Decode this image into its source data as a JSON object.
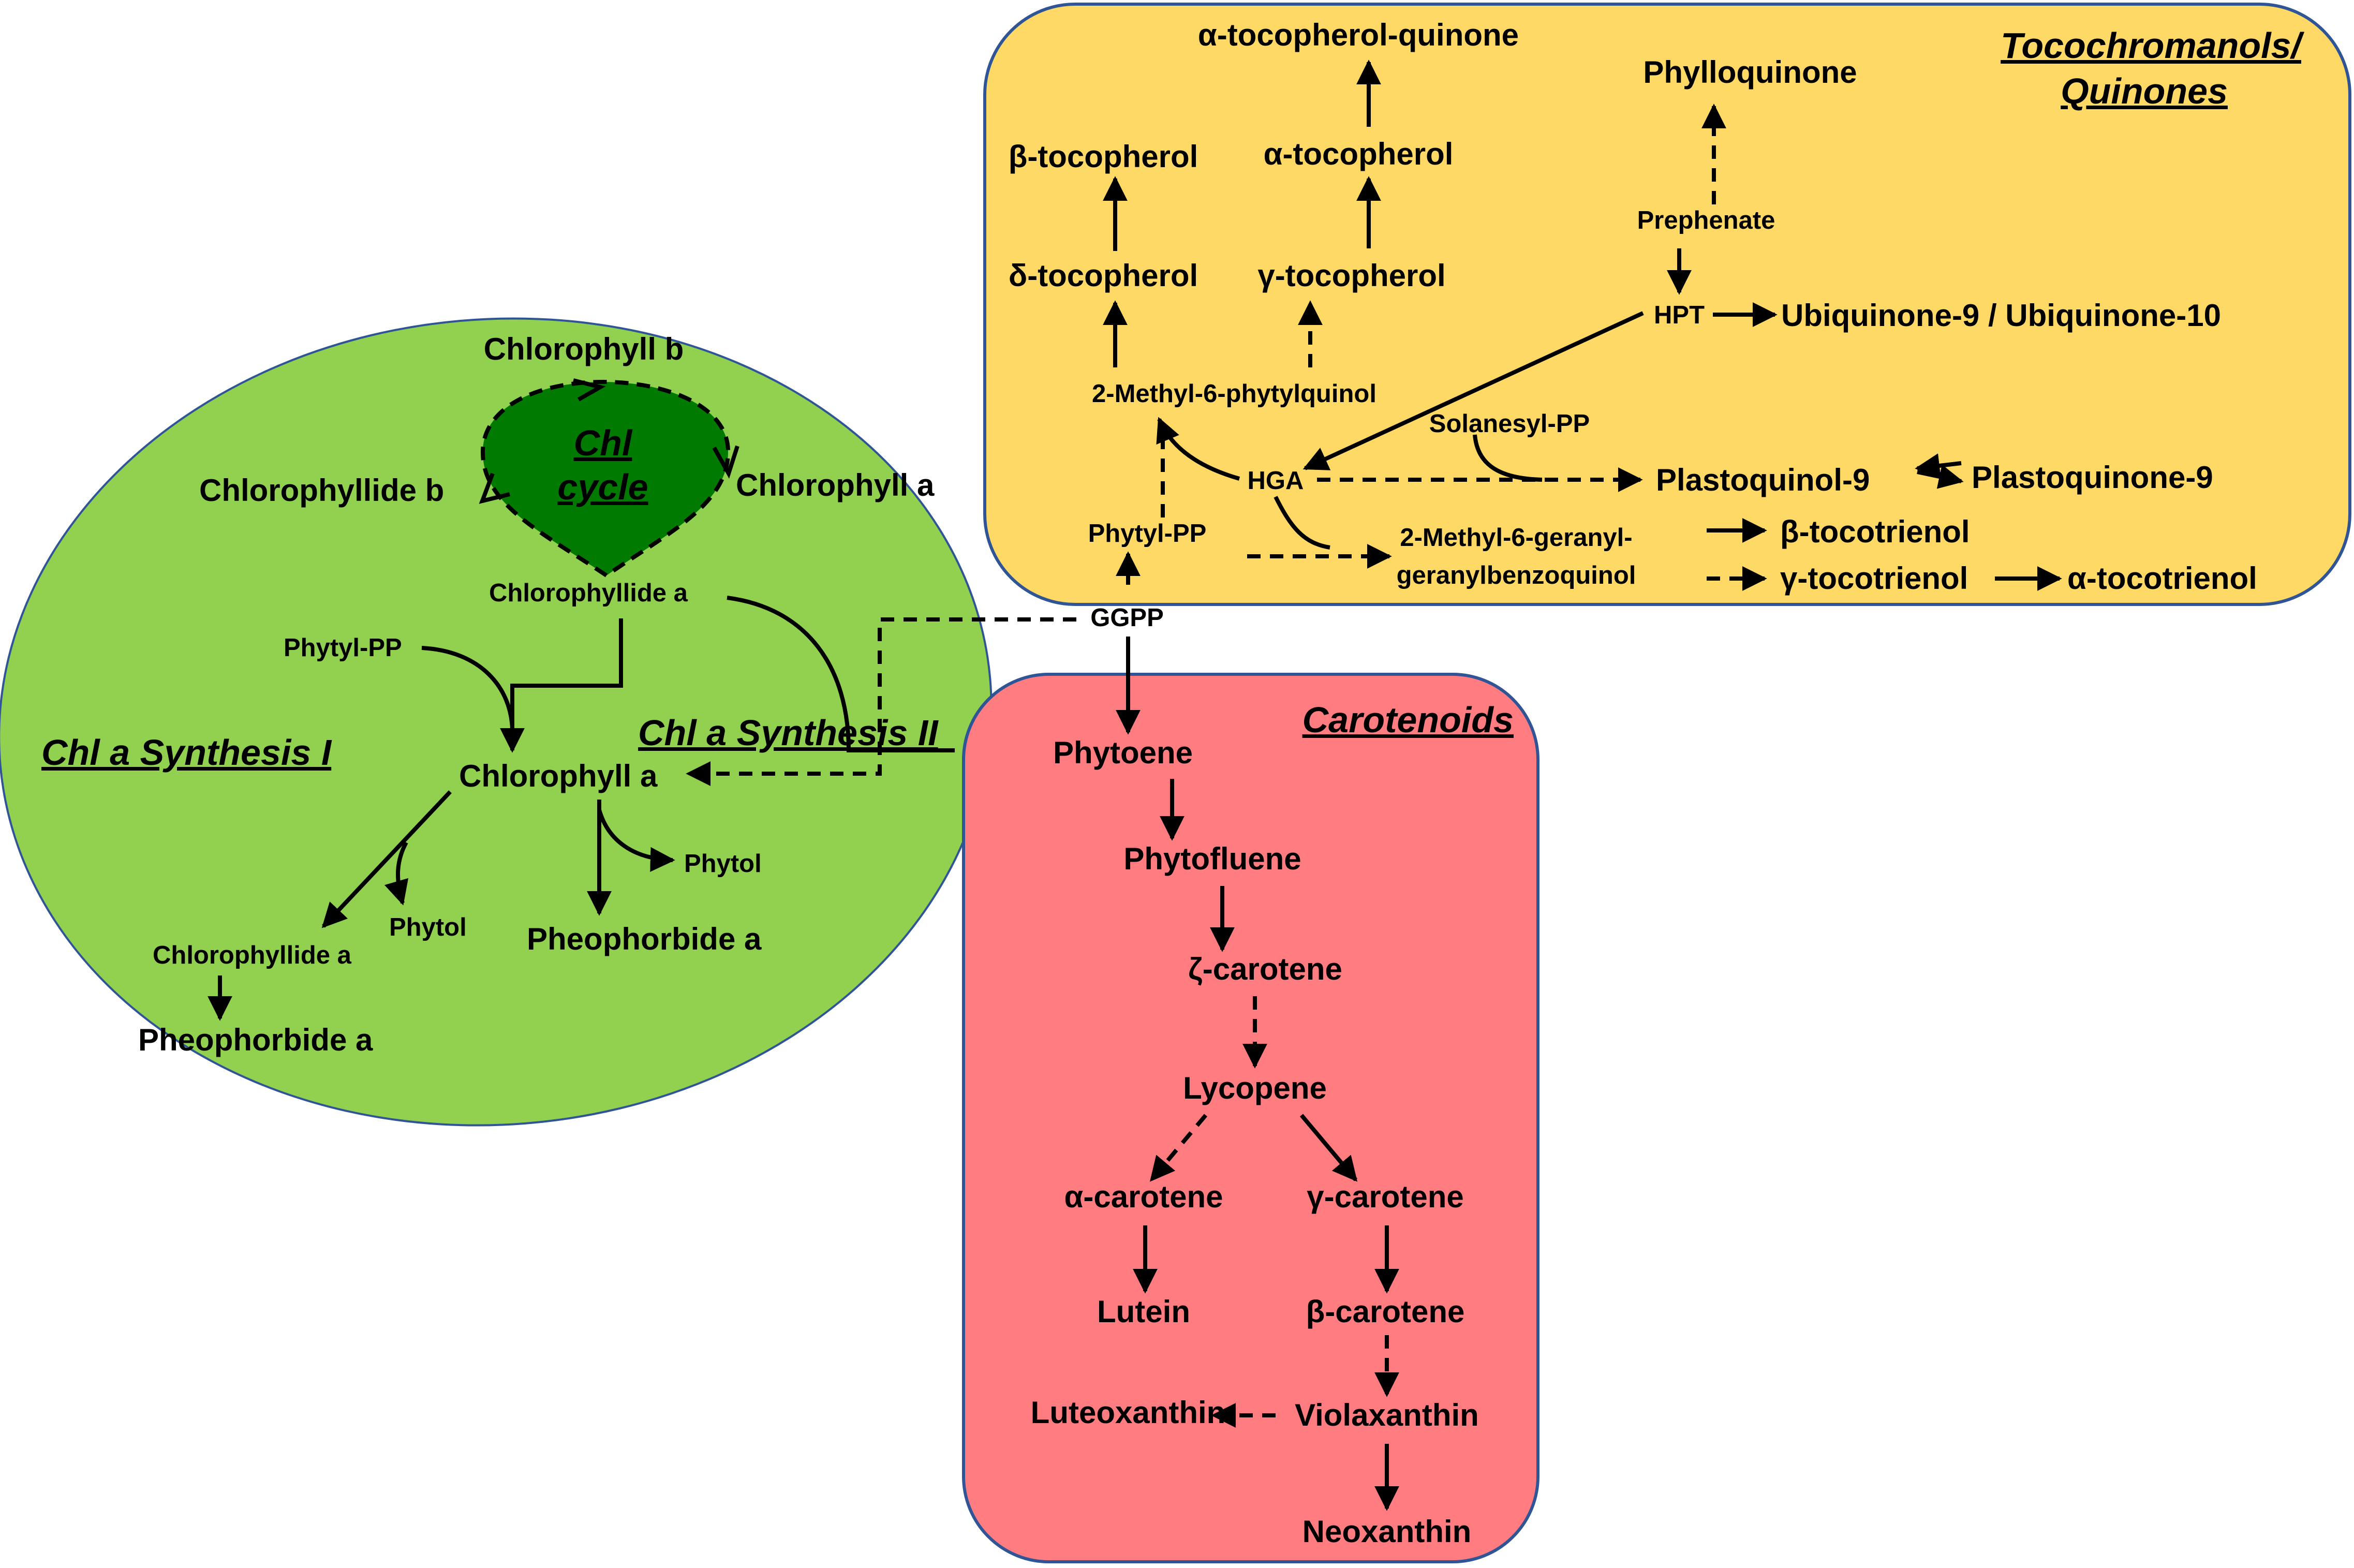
{
  "colors": {
    "chl_region": "#92d050",
    "chl_cycle": "#007a00",
    "toco_region": "#ffd966",
    "carot_region": "#ff7c80",
    "border": "#2f5597"
  },
  "chl": {
    "title_I": "Chl a Synthesis I",
    "title_II": "Chl a Synthesis II",
    "cycle_line1": "Chl",
    "cycle_line2": "cycle",
    "chlorophyll_b": "Chlorophyll b",
    "chlorophyllide_b": "Chlorophyllide b",
    "chlorophyll_a_cycle": "Chlorophyll a",
    "chlorophyllide_a_top": "Chlorophyllide a",
    "phytyl_pp": "Phytyl-PP",
    "chlorophyll_a_main": "Chlorophyll a",
    "phytol_right": "Phytol",
    "phytol_left": "Phytol",
    "pheophorbide_a_right": "Pheophorbide a",
    "chlorophyllide_a_bottom": "Chlorophyllide a",
    "pheophorbide_a_left": "Pheophorbide a"
  },
  "ggpp": "GGPP",
  "toco": {
    "title_line1": "Tocochromanols/",
    "title_line2": "Quinones",
    "alpha_tocopherol_quinone": "α-tocopherol-quinone",
    "phylloquinone": "Phylloquinone",
    "beta_tocopherol": "β-tocopherol",
    "alpha_tocopherol": "α-tocopherol",
    "prephenate": "Prephenate",
    "delta_tocopherol": "δ-tocopherol",
    "gamma_tocopherol": "γ-tocopherol",
    "hpt": "HPT",
    "ubiquinone": "Ubiquinone-9 / Ubiquinone-10",
    "methyl_phytylquinol": "2-Methyl-6-phytylquinol",
    "solanesyl_pp": "Solanesyl-PP",
    "hga": "HGA",
    "plastoquinol": "Plastoquinol-9",
    "plastoquinone": "Plastoquinone-9",
    "phytyl_pp": "Phytyl-PP",
    "geranyl_line1": "2-Methyl-6-geranyl-",
    "geranyl_line2": "geranylbenzoquinol",
    "beta_tocotrienol": "β-tocotrienol",
    "gamma_tocotrienol": "γ-tocotrienol",
    "alpha_tocotrienol": "α-tocotrienol"
  },
  "carot": {
    "title": "Carotenoids",
    "phytoene": "Phytoene",
    "phytofluene": "Phytofluene",
    "zeta_carotene": "ζ-carotene",
    "lycopene": "Lycopene",
    "alpha_carotene": "α-carotene",
    "gamma_carotene": "γ-carotene",
    "lutein": "Lutein",
    "beta_carotene": "β-carotene",
    "luteoxanthin": "Luteoxanthin",
    "violaxanthin": "Violaxanthin",
    "neoxanthin": "Neoxanthin"
  }
}
